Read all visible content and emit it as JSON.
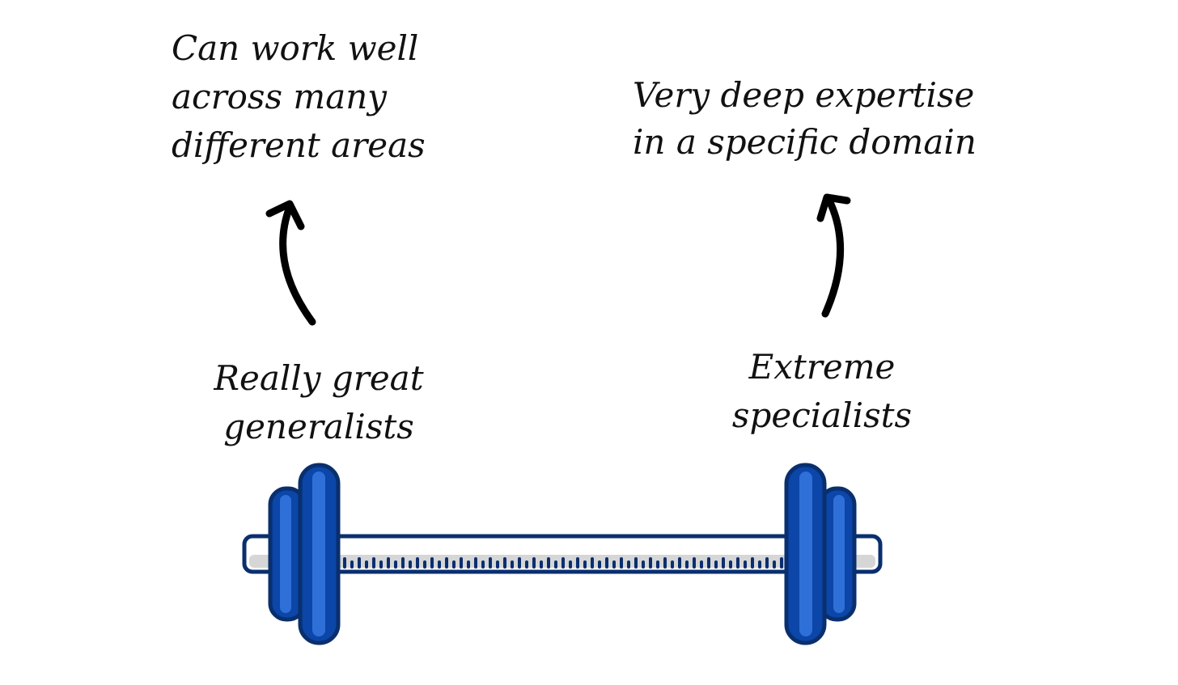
{
  "top_left_text": {
    "line1": "Can work well",
    "line2": "across many",
    "line3": "different areas"
  },
  "top_right_text": {
    "line1": "Very deep expertise",
    "line2": "in a specific domain"
  },
  "left_label": {
    "line1": "Really great",
    "line2": "generalists"
  },
  "right_label": {
    "line1": "Extreme",
    "line2": "specialists"
  },
  "colors": {
    "plate_light": "#2f6fd8",
    "plate_dark": "#0b46a8",
    "outline": "#0a2f6e",
    "bar_fill": "#ffffff",
    "bar_shadow": "#d6d6d6",
    "arrow": "#000000",
    "text": "#111111"
  },
  "icons": {
    "barbell": "barbell-icon",
    "arrow_left": "curved-arrow-up-icon",
    "arrow_right": "curved-arrow-up-icon"
  }
}
